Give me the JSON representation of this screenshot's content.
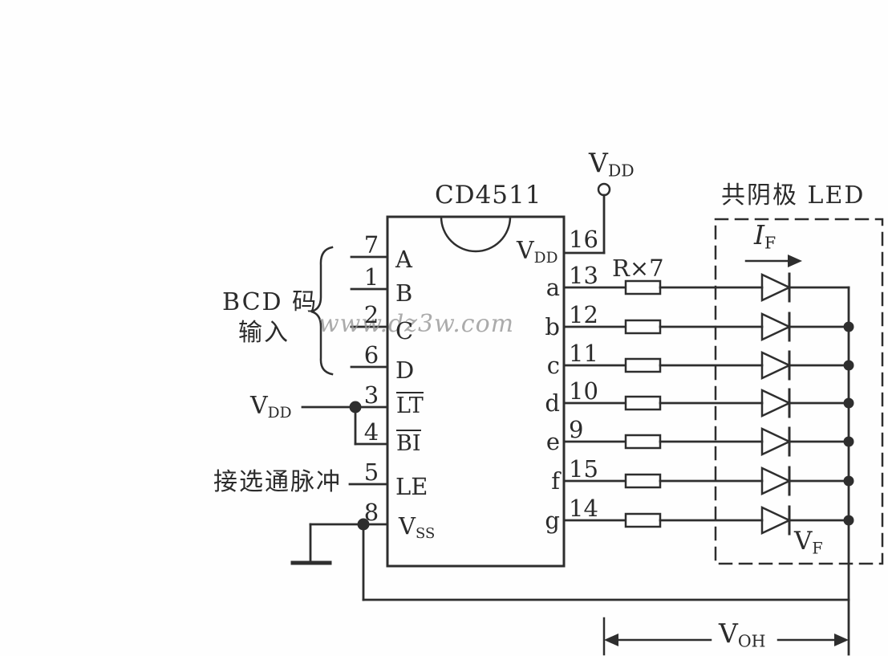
{
  "diagram": {
    "chip_name": "CD4511",
    "watermark": "www.dz3w.com",
    "bcd_label_line1": "BCD 码",
    "bcd_label_line2": "输入",
    "le_label": "接选通脉冲",
    "resistor_label": "R×7",
    "led_title": "共阴极 LED",
    "vdd_top": {
      "main": "V",
      "sub": "DD"
    },
    "vdd_left": {
      "main": "V",
      "sub": "DD"
    },
    "if_label": {
      "main": "I",
      "sub": "F"
    },
    "vf_label": {
      "main": "V",
      "sub": "F"
    },
    "voh_label": {
      "main": "V",
      "sub": "OH"
    }
  },
  "chip": {
    "left_pins": [
      {
        "num": "7",
        "label": "A"
      },
      {
        "num": "1",
        "label": "B"
      },
      {
        "num": "2",
        "label": "C"
      },
      {
        "num": "6",
        "label": "D"
      },
      {
        "num": "3",
        "label": "LT",
        "overline": true
      },
      {
        "num": "4",
        "label": "BI",
        "overline": true
      },
      {
        "num": "5",
        "label": "LE"
      },
      {
        "num": "8",
        "label": "V",
        "sub": "SS"
      }
    ],
    "right_pins": [
      {
        "num": "16",
        "label": "V",
        "sub": "DD"
      },
      {
        "num": "13",
        "label": "a"
      },
      {
        "num": "12",
        "label": "b"
      },
      {
        "num": "11",
        "label": "c"
      },
      {
        "num": "10",
        "label": "d"
      },
      {
        "num": "9",
        "label": "e"
      },
      {
        "num": "15",
        "label": "f"
      },
      {
        "num": "14",
        "label": "g"
      }
    ]
  },
  "colors": {
    "line": "#2e2e2e",
    "watermark": "#979797"
  }
}
